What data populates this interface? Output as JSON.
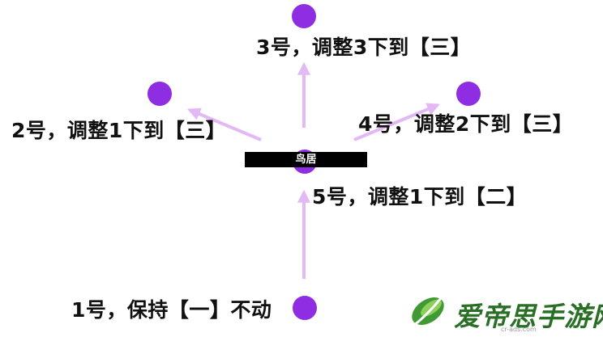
{
  "diagram": {
    "gate_label": "鸟居",
    "nodes": [
      {
        "id": "1",
        "label": "1号，保持【一】不动"
      },
      {
        "id": "2",
        "label": "2号，调整1下到【三】"
      },
      {
        "id": "3",
        "label": "3号，调整3下到【三】"
      },
      {
        "id": "4",
        "label": "4号，调整2下到【三】"
      },
      {
        "id": "5",
        "label": "5号，调整1下到【二】"
      }
    ],
    "colors": {
      "dot": "#8e2de2",
      "arrow": "#e2b8f5",
      "gate": "#000000"
    }
  },
  "watermark": {
    "text": "爱帝思手游网",
    "url": "cr-ads.com"
  }
}
